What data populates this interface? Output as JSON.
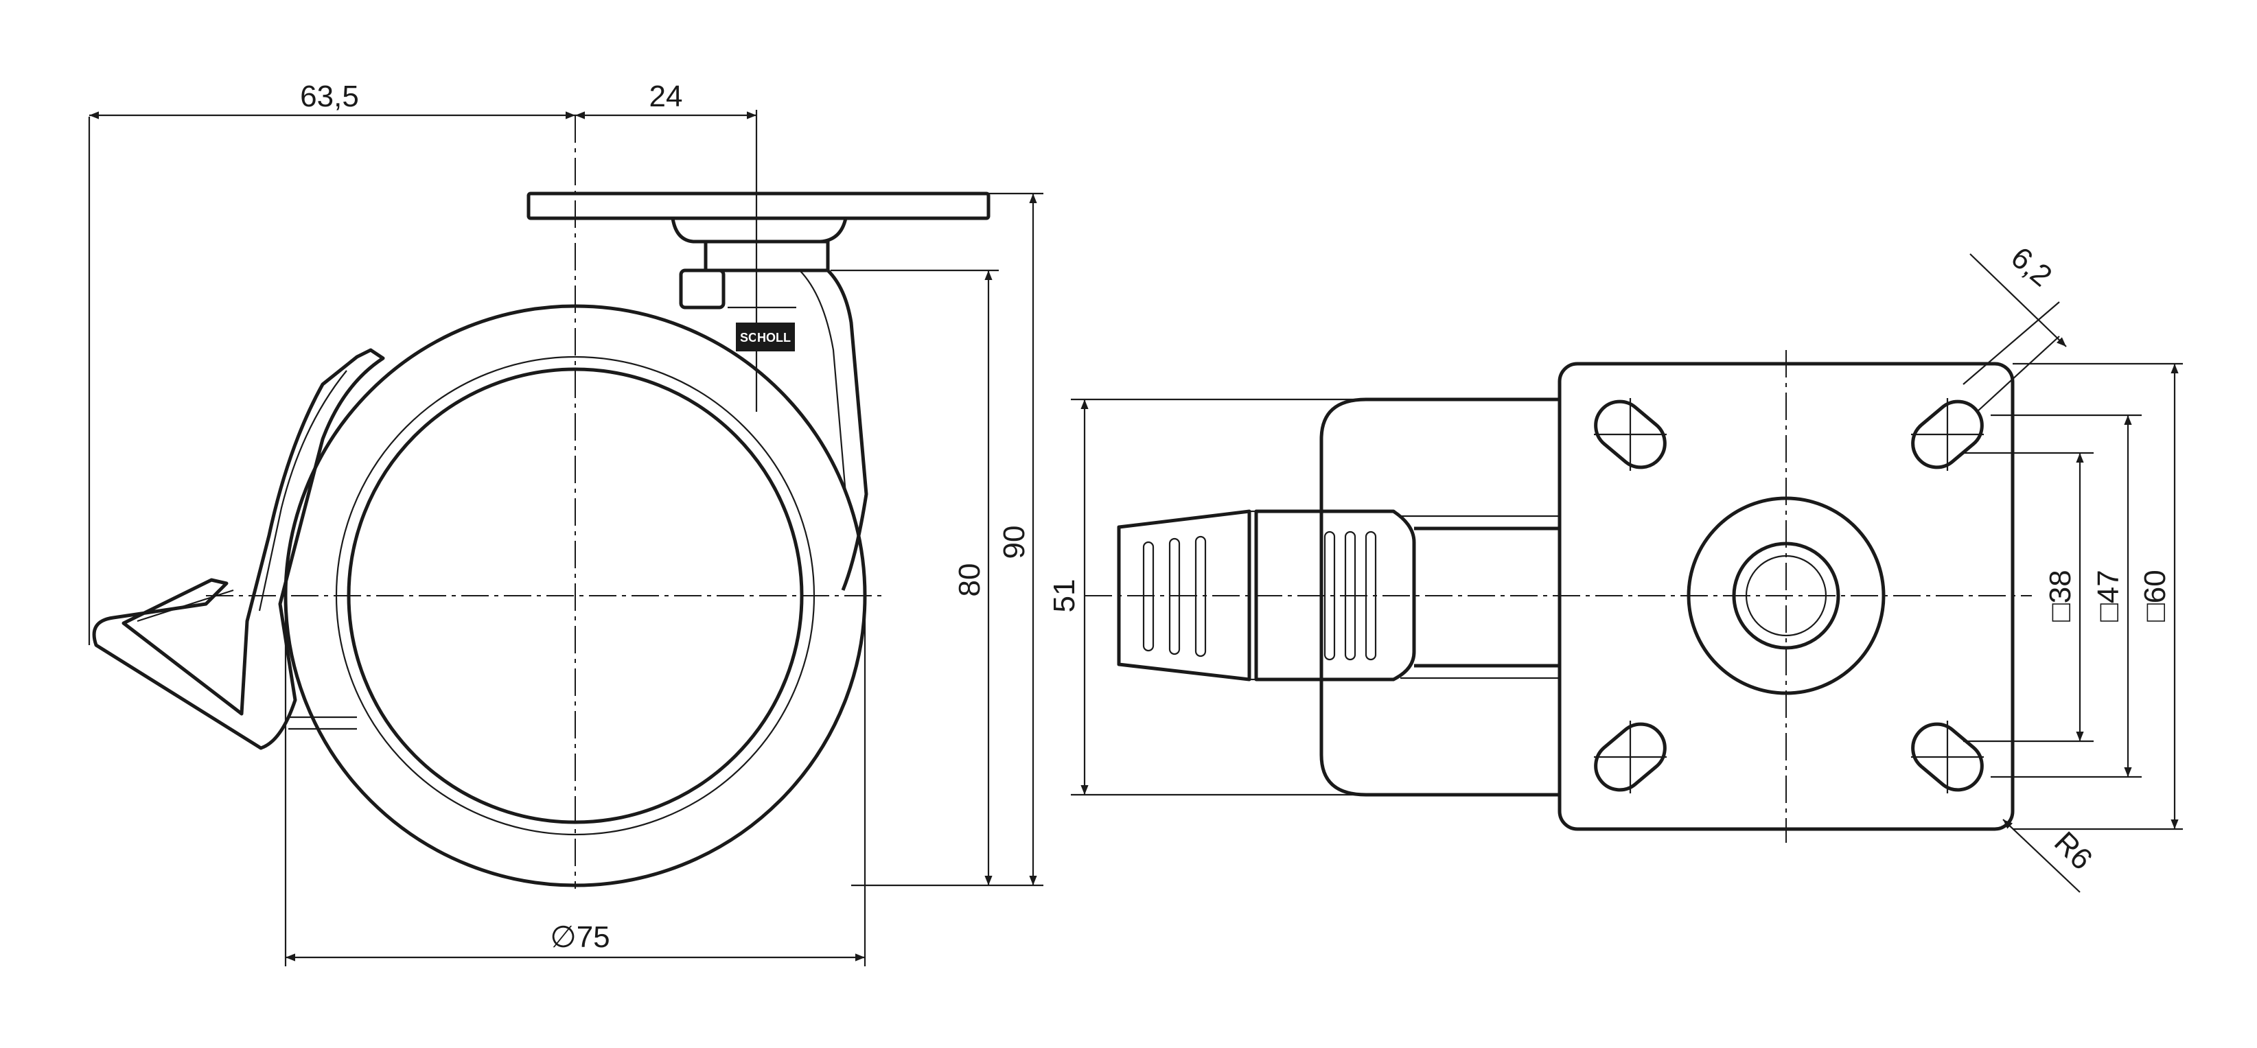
{
  "drawing": {
    "title": "",
    "side_view": {
      "dim_offset_left": "63,5",
      "dim_offset_right": "24",
      "dim_height_total": "90",
      "dim_height_axle": "80",
      "dim_wheel_diameter": "∅75",
      "logo_text": "SCHOLL"
    },
    "plate_view": {
      "dim_wheel_width": "51",
      "dim_slot": "6,2",
      "dim_radius": "R6",
      "dim_hole_spacing_a": "□38",
      "dim_hole_spacing_b": "□47",
      "dim_plate_size": "□60"
    }
  }
}
